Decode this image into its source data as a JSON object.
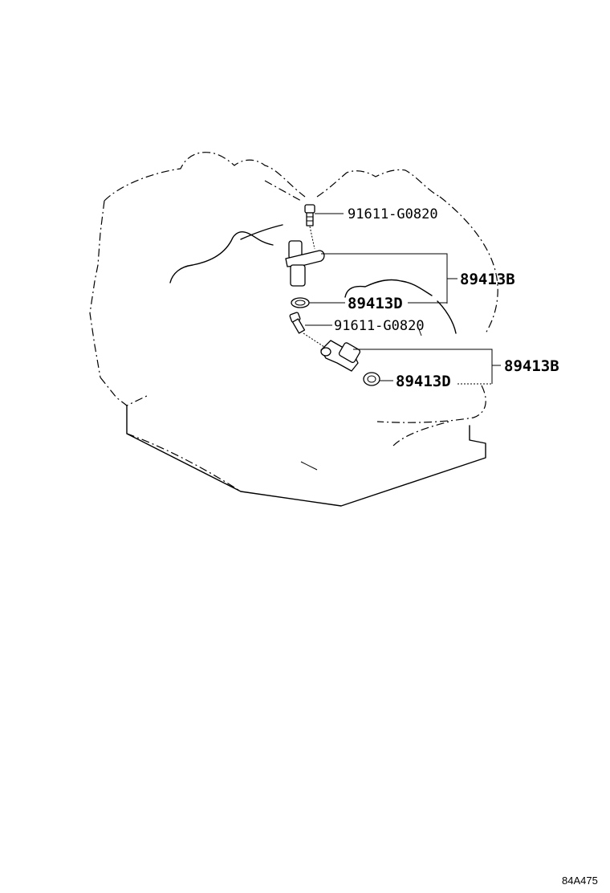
{
  "callouts": {
    "bolt_upper": "91611-G0820",
    "sensor_upper": "89413B",
    "oring_upper": "89413D",
    "bolt_lower": "91611-G0820",
    "sensor_lower": "89413B",
    "oring_lower": "89413D"
  },
  "drawing_code": "84A475"
}
